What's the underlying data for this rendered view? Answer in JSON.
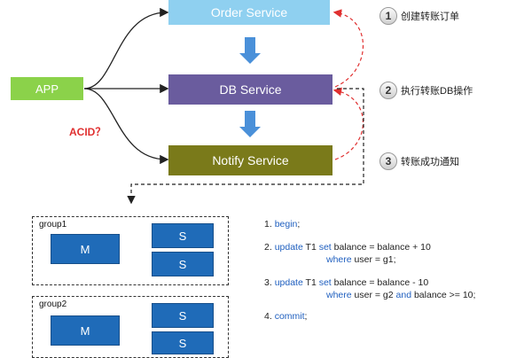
{
  "services": {
    "order": "Order Service",
    "db": "DB Service",
    "notify": "Notify Service"
  },
  "app_label": "APP",
  "acid_label": "ACID？",
  "steps": [
    {
      "num": "1",
      "text": "创建转账订单"
    },
    {
      "num": "2",
      "text": "执行转账DB操作"
    },
    {
      "num": "3",
      "text": "转账成功通知"
    }
  ],
  "groups": [
    {
      "label": "group1",
      "master": "M",
      "slaves": [
        "S",
        "S"
      ]
    },
    {
      "label": "group2",
      "master": "M",
      "slaves": [
        "S",
        "S"
      ]
    }
  ],
  "code": {
    "l1_num": "1.",
    "l1_kw": "begin",
    "l1_end": ";",
    "l2_num": "2.",
    "l2_kw1": "update",
    "l2_t": " T1 ",
    "l2_kw2": "set",
    "l2_rest": " balance = balance + 10",
    "l2b_kw": "where",
    "l2b_rest": " user = g1;",
    "l3_num": "3.",
    "l3_kw1": "update",
    "l3_t": " T1 ",
    "l3_kw2": "set",
    "l3_rest": " balance = balance - 10",
    "l3b_kw": "where",
    "l3b_mid": " user = g2 ",
    "l3b_kw2": "and",
    "l3b_rest": " balance >= 10;",
    "l4_num": "4.",
    "l4_kw": "commit",
    "l4_end": ";"
  },
  "colors": {
    "order": "#8fd0f0",
    "db": "#6a5c9e",
    "notify": "#7a7a1a",
    "app": "#8bd24a",
    "arrow": "#4a90d9",
    "dashed_red": "#e03030",
    "box": "#1f6bb8"
  }
}
